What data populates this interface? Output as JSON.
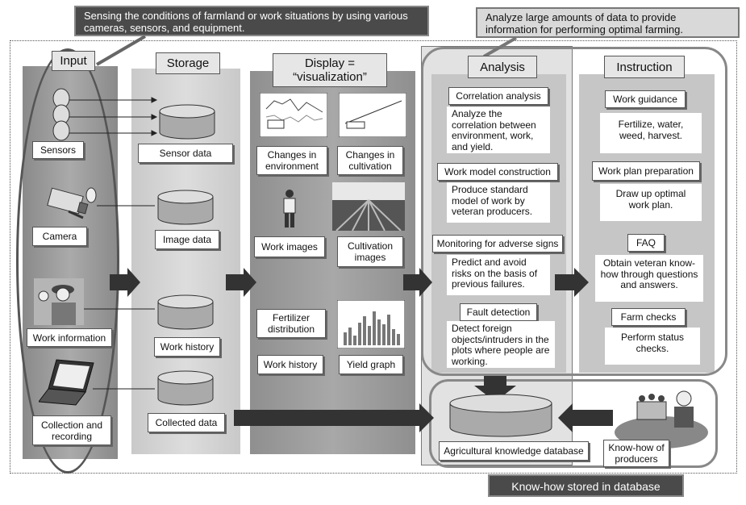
{
  "callouts": {
    "sensing": "Sensing the conditions of farmland or work situations by using various cameras, sensors, and equipment.",
    "analyze": "Analyze large amounts of data to provide information for performing optimal farming.",
    "knowhow": "Know-how stored in database"
  },
  "columns": {
    "input": {
      "title": "Input",
      "items": [
        "Sensors",
        "Camera",
        "Work information",
        "Collection and recording"
      ]
    },
    "storage": {
      "title": "Storage",
      "items": [
        "Sensor data",
        "Image data",
        "Work history",
        "Collected data"
      ]
    },
    "display": {
      "title": "Display = “visualization”",
      "items": [
        "Changes in environment",
        "Changes in cultivation",
        "Work images",
        "Cultivation images",
        "Fertilizer distribution",
        "Work history",
        "Yield graph"
      ]
    },
    "analysis": {
      "title": "Analysis",
      "items": [
        {
          "label": "Correlation analysis",
          "desc": "Analyze the correlation between environment, work, and yield."
        },
        {
          "label": "Work model construction",
          "desc": "Produce standard model of work by veteran producers."
        },
        {
          "label": "Monitoring for adverse signs",
          "desc": "Predict and avoid risks on the basis of previous failures."
        },
        {
          "label": "Fault detection",
          "desc": "Detect foreign objects/intruders in the plots where people are working."
        }
      ]
    },
    "instruction": {
      "title": "Instruction",
      "items": [
        {
          "label": "Work guidance",
          "desc": "Fertilize, water, weed, harvest."
        },
        {
          "label": "Work plan preparation",
          "desc": "Draw up optimal work plan."
        },
        {
          "label": "FAQ",
          "desc": "Obtain veteran know-how through questions and answers."
        },
        {
          "label": "Farm checks",
          "desc": "Perform status checks."
        }
      ]
    }
  },
  "database": {
    "label": "Agricultural knowledge database",
    "producers": "Know-how of producers"
  },
  "icons": [
    "sensor-icon",
    "camera-icon",
    "farmer-icon",
    "laptop-icon",
    "cylinder-icon",
    "line-graph-icon",
    "bar-graph-icon",
    "worker-figure-icon",
    "field-photo-icon",
    "producers-photo-icon"
  ],
  "colors": {
    "dark_callout": "#4a4a4a",
    "column_fill": "#c8c8c8",
    "arrow": "#333333"
  }
}
